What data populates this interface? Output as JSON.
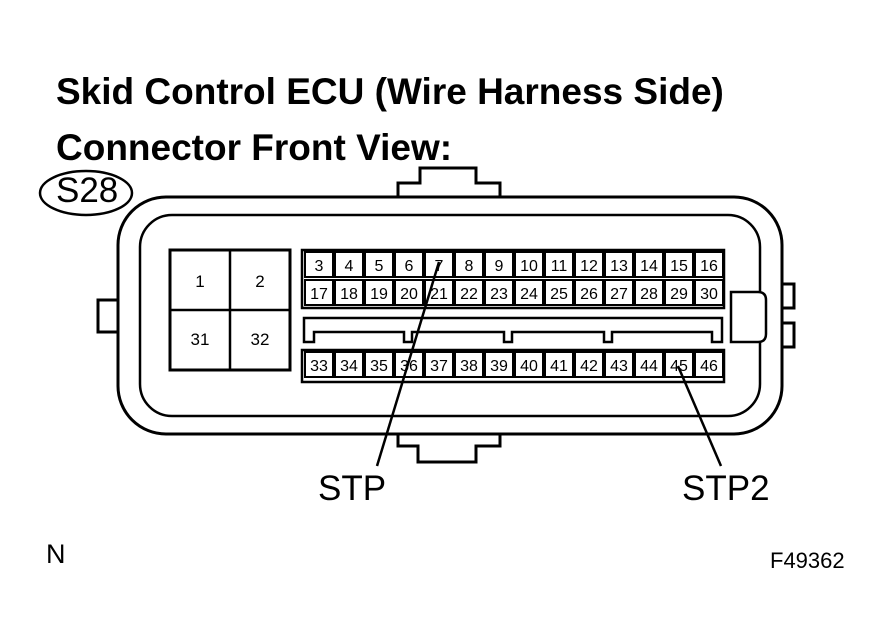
{
  "title_line1": "Skid Control ECU (Wire Harness Side)",
  "title_line2": "Connector Front View:",
  "connector_id": "S28",
  "large_pins": [
    "1",
    "2",
    "31",
    "32"
  ],
  "row1_pins": [
    "3",
    "4",
    "5",
    "6",
    "7",
    "8",
    "9",
    "10",
    "11",
    "12",
    "13",
    "14",
    "15",
    "16"
  ],
  "row2_pins": [
    "17",
    "18",
    "19",
    "20",
    "21",
    "22",
    "23",
    "24",
    "25",
    "26",
    "27",
    "28",
    "29",
    "30"
  ],
  "row3_pins": [
    "33",
    "34",
    "35",
    "36",
    "37",
    "38",
    "39",
    "40",
    "41",
    "42",
    "43",
    "44",
    "45",
    "46"
  ],
  "callouts": [
    {
      "label": "STP",
      "pin": "7"
    },
    {
      "label": "STP2",
      "pin": "45"
    }
  ],
  "corner_mark": "N",
  "figure_id": "F49362"
}
